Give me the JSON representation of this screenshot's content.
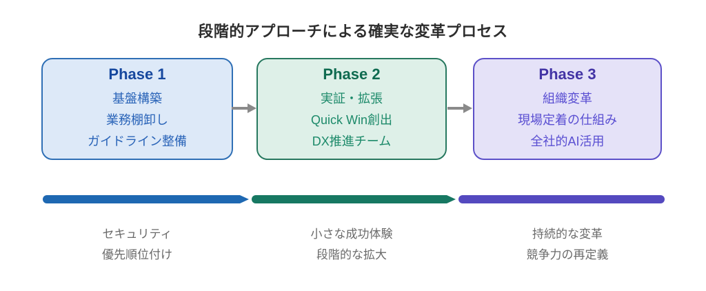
{
  "title": "段階的アプローチによる確実な変革プロセス",
  "phases": [
    {
      "label": "Phase 1",
      "items": [
        "基盤構築",
        "業務棚卸し",
        "ガイドライン整備"
      ],
      "box_fill": "#dde9f8",
      "box_border": "#2f6fb5",
      "heading_color": "#17489e",
      "text_color": "#2a64b8",
      "bar_color": "#1e68b2",
      "footer": [
        "セキュリティ",
        "優先順位付け"
      ]
    },
    {
      "label": "Phase 2",
      "items": [
        "実証・拡張",
        "Quick Win創出",
        "DX推進チーム"
      ],
      "box_fill": "#def0e8",
      "box_border": "#27785f",
      "heading_color": "#0f6b50",
      "text_color": "#1d8a6a",
      "bar_color": "#177862",
      "footer": [
        "小さな成功体験",
        "段階的な拡大"
      ]
    },
    {
      "label": "Phase 3",
      "items": [
        "組織変革",
        "現場定着の仕組み",
        "全社的AI活用"
      ],
      "box_fill": "#e5e2f8",
      "box_border": "#5c50c8",
      "heading_color": "#4334a5",
      "text_color": "#5a4fd2",
      "bar_color": "#5449bf",
      "footer": [
        "持続的な変革",
        "競争力の再定義"
      ]
    }
  ],
  "arrows": {
    "color": "#8a8a8a"
  },
  "colors": {
    "background": "#ffffff",
    "title_text": "#2d2d2d",
    "footer_text": "#6a6a6a"
  }
}
